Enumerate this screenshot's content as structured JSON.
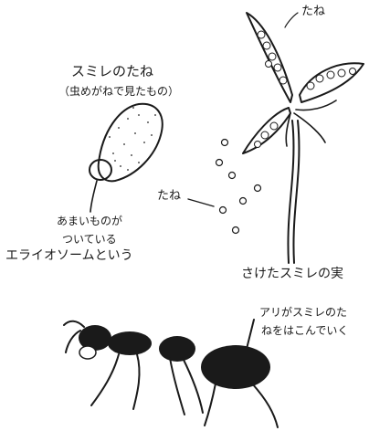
{
  "seed_title": "スミレのたね",
  "seed_subtitle": "（虫めがねで見たもの）",
  "seed_note_line1": "あまいものが",
  "seed_note_line2": "ついている",
  "seed_note_line3": "エライオソームという",
  "top_seed_label": "たね",
  "falling_seed_label": "たね",
  "fruit_caption": "さけたスミレの実",
  "ant_caption_line1": "アリがスミレのた",
  "ant_caption_line2": "ねをはこんでいく"
}
